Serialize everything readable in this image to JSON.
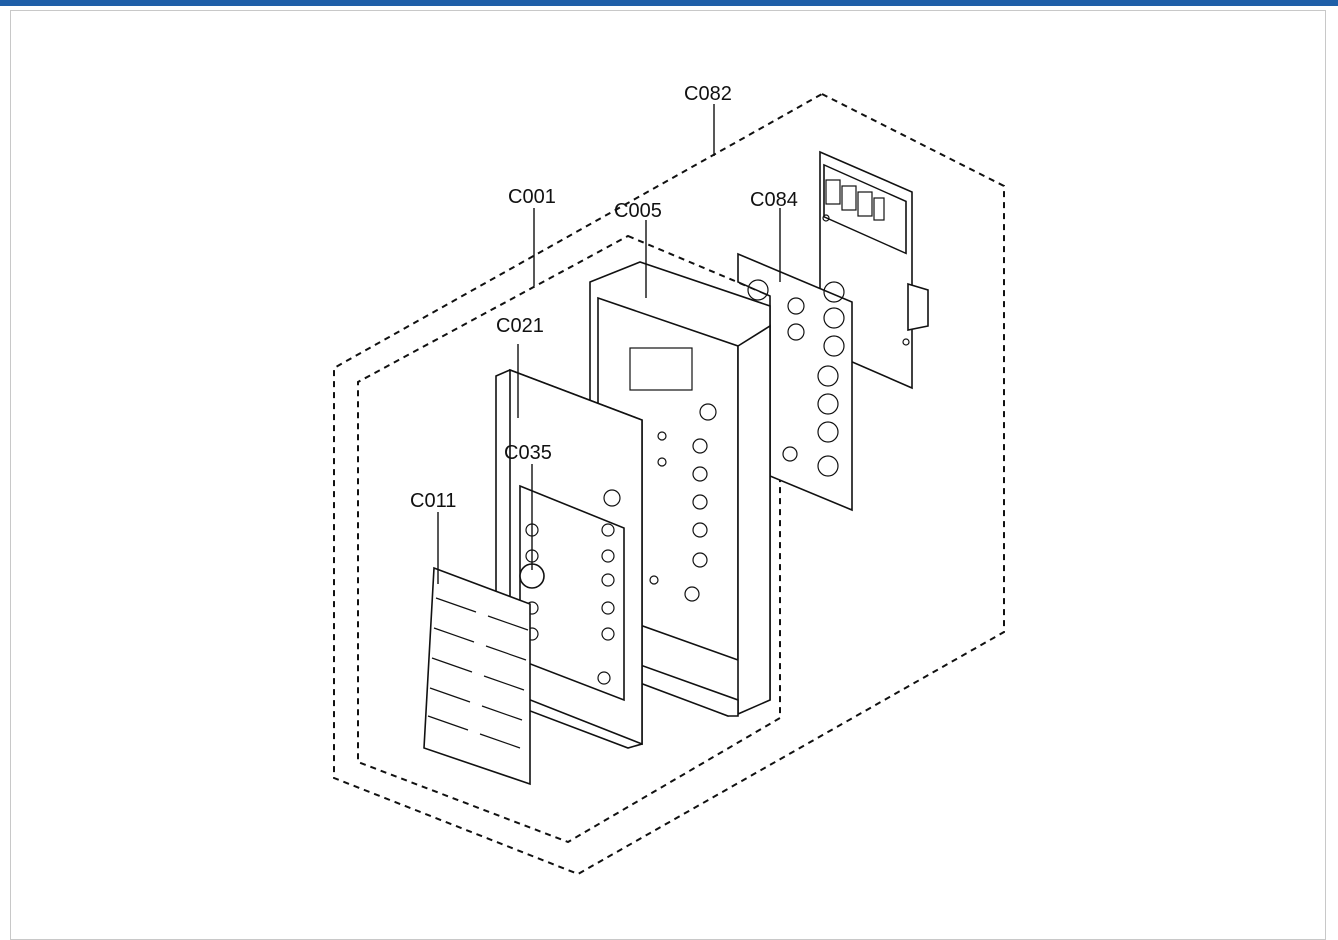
{
  "diagram": {
    "labels": {
      "c082": "C082",
      "c001": "C001",
      "c005": "C005",
      "c084": "C084",
      "c021": "C021",
      "c035": "C035",
      "c011": "C011"
    }
  }
}
